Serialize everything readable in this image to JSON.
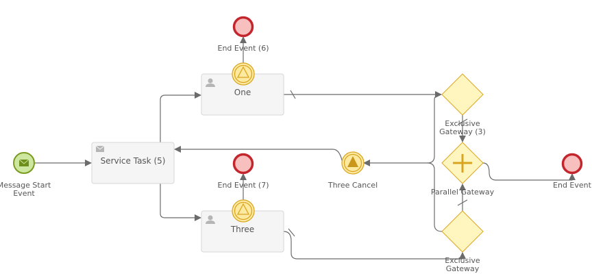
{
  "diagram": {
    "start_event": {
      "label_line1": "Message Start",
      "label_line2": "Event"
    },
    "service_task": {
      "label": "Service Task (5)"
    },
    "task_one": {
      "label": "One"
    },
    "task_three": {
      "label": "Three"
    },
    "end_event_6": {
      "label": "End Event (6)"
    },
    "end_event_7": {
      "label": "End Event (7)"
    },
    "end_event": {
      "label": "End Event"
    },
    "three_cancel": {
      "label": "Three Cancel"
    },
    "exclusive_gateway_3": {
      "label_line1": "Exclusive",
      "label_line2": "Gateway (3)"
    },
    "parallel_gateway": {
      "label": "Parallel Gateway"
    },
    "exclusive_gateway": {
      "label_line1": "Exclusive",
      "label_line2": "Gateway"
    }
  },
  "colors": {
    "end_stroke": "#c4262e",
    "start_stroke": "#7a9a1f",
    "gateway_fill": "#fff6bf",
    "gateway_stroke": "#d9a520"
  }
}
